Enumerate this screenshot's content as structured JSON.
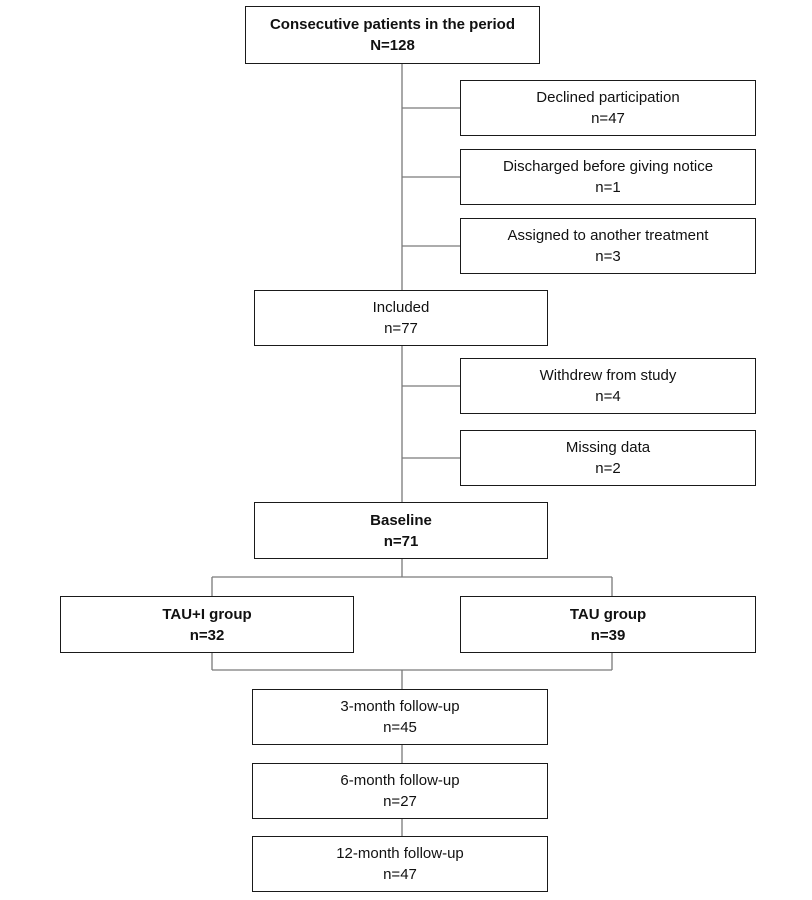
{
  "boxes": {
    "top": {
      "label": "Consecutive patients in the period",
      "n": "N=128"
    },
    "declined": {
      "label": "Declined participation",
      "n": "n=47"
    },
    "discharged": {
      "label": "Discharged before giving notice",
      "n": "n=1"
    },
    "assigned": {
      "label": "Assigned to another treatment",
      "n": "n=3"
    },
    "included": {
      "label": "Included",
      "n": "n=77"
    },
    "withdrew": {
      "label": "Withdrew from study",
      "n": "n=4"
    },
    "missing": {
      "label": "Missing data",
      "n": "n=2"
    },
    "baseline": {
      "label": "Baseline",
      "n": "n=71"
    },
    "taui": {
      "label": "TAU+I group",
      "n": "n=32"
    },
    "tau": {
      "label": "TAU group",
      "n": "n=39"
    },
    "fu3": {
      "label": "3-month follow-up",
      "n": "n=45"
    },
    "fu6": {
      "label": "6-month follow-up",
      "n": "n=27"
    },
    "fu12": {
      "label": "12-month follow-up",
      "n": "n=47"
    }
  },
  "colors": {
    "box_border": "#1a1a1a",
    "connector": "#7a7a7a",
    "background": "#ffffff"
  }
}
